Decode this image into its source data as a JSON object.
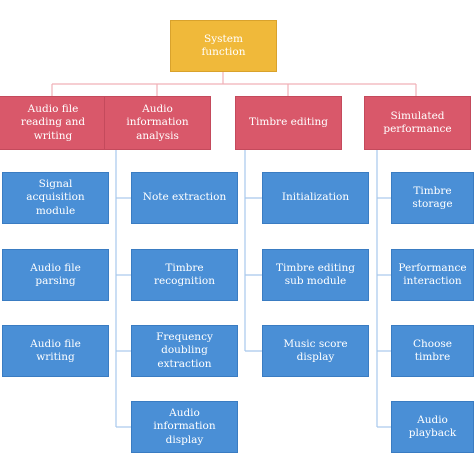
{
  "colors": {
    "root": "#f0b93a",
    "category": "#d9586a",
    "leaf": "#4a8fd6",
    "connector": "#f0b0b8"
  },
  "root": {
    "label": "System\nfunction"
  },
  "categories": [
    {
      "label": "Audio file\nreading and\nwriting",
      "children": [
        "Signal\nacquisition\nmodule",
        "Audio file\nparsing",
        "Audio file\nwriting"
      ]
    },
    {
      "label": "Audio\ninformation\nanalysis",
      "children": [
        "Note extraction",
        "Timbre\nrecognition",
        "Frequency\ndoubling\nextraction",
        "Audio\ninformation\ndisplay"
      ]
    },
    {
      "label": "Timbre editing",
      "children": [
        "Initialization",
        "Timbre editing\nsub module",
        "Music score\ndisplay"
      ]
    },
    {
      "label": "Simulated\nperformance",
      "children": [
        "Timbre storage",
        "Performance\ninteraction",
        "Choose timbre",
        "Audio\nplayback"
      ]
    }
  ]
}
